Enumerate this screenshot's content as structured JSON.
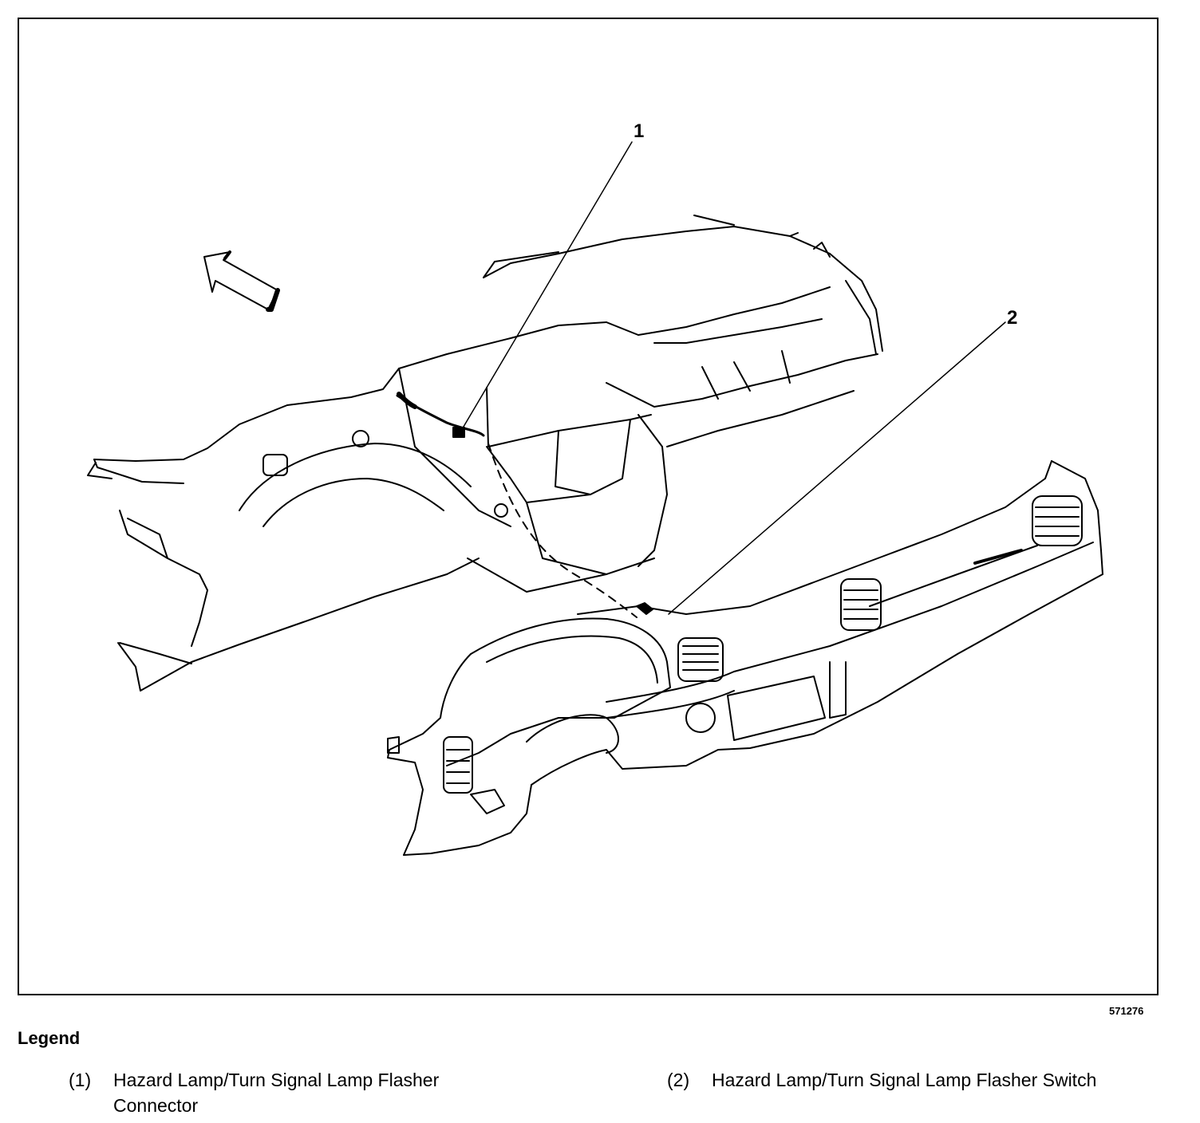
{
  "diagram": {
    "callouts": [
      {
        "id": "1",
        "label": "1"
      },
      {
        "id": "2",
        "label": "2"
      }
    ],
    "figure_id": "571276",
    "direction_arrow": "front-arrow-icon"
  },
  "legend": {
    "heading": "Legend",
    "items": [
      {
        "number": "(1)",
        "text": "Hazard Lamp/Turn Signal Lamp Flasher Connector"
      },
      {
        "number": "(2)",
        "text": "Hazard Lamp/Turn Signal Lamp Flasher Switch"
      }
    ]
  }
}
